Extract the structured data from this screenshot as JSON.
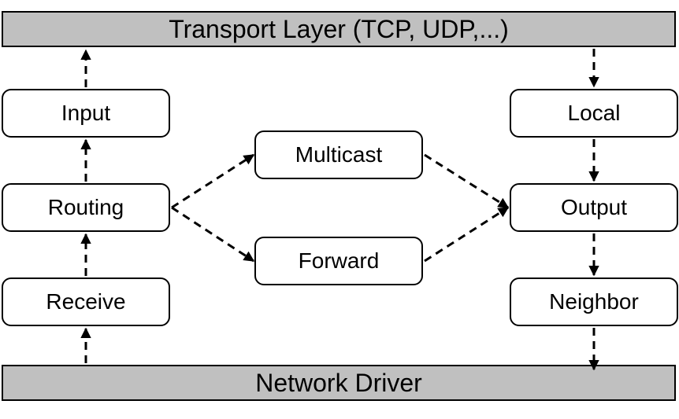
{
  "transport_layer": {
    "label": "Transport Layer (TCP, UDP,...)"
  },
  "network_driver": {
    "label": "Network Driver"
  },
  "nodes": {
    "input": "Input",
    "routing": "Routing",
    "receive": "Receive",
    "multicast": "Multicast",
    "forward": "Forward",
    "local": "Local",
    "output": "Output",
    "neighbor": "Neighbor"
  },
  "colors": {
    "bar_fill": "#c0c0c0",
    "stroke": "#000000",
    "box_fill": "#ffffff"
  }
}
